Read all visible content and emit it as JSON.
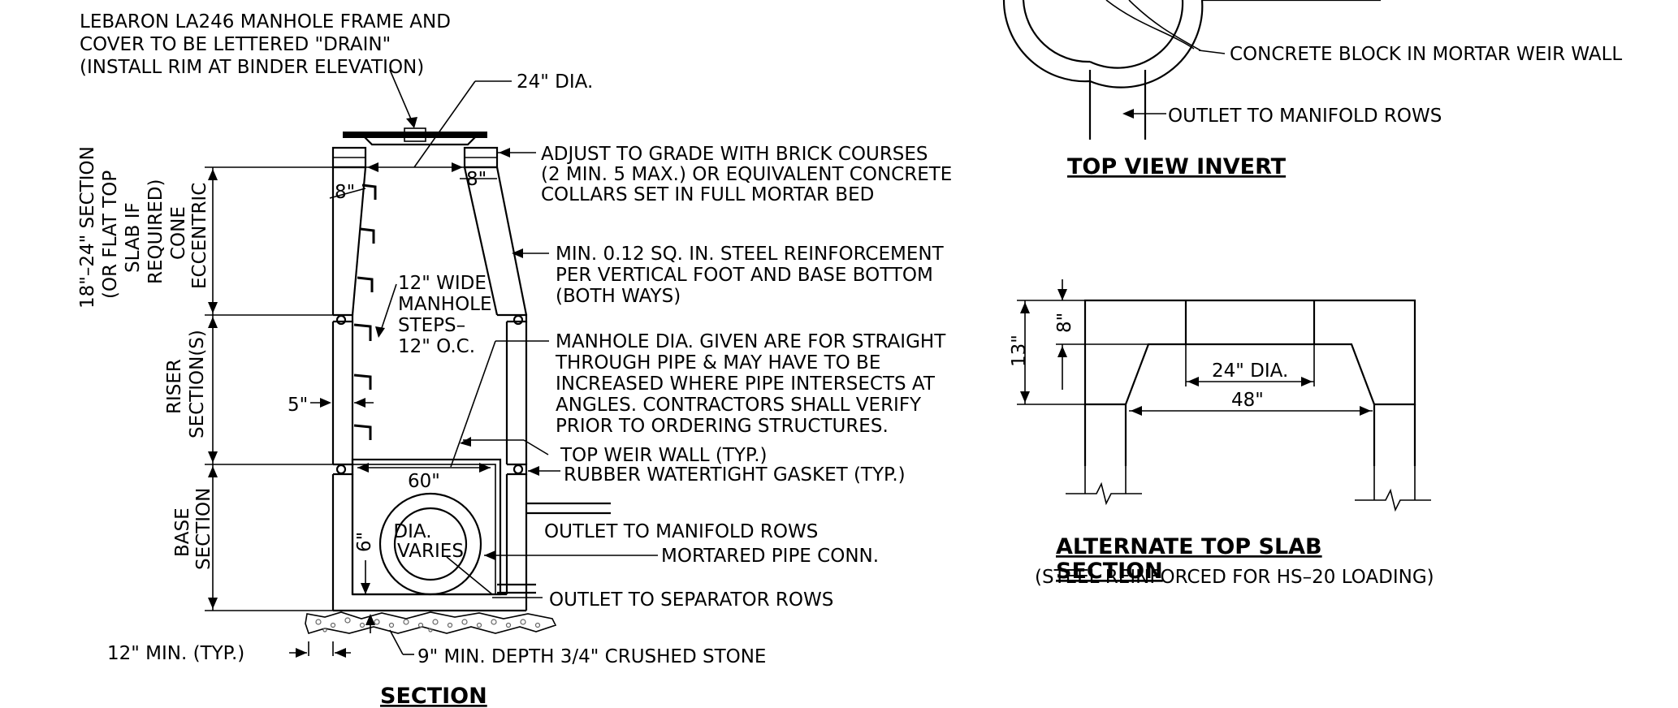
{
  "section": {
    "frame_note": [
      "LEBARON LA246 MANHOLE FRAME AND",
      "COVER TO BE LETTERED \"DRAIN\"",
      "(INSTALL RIM AT BINDER ELEVATION)"
    ],
    "dia_top": "24\" DIA.",
    "adjust_note": [
      "ADJUST TO GRADE WITH BRICK  COURSES",
      "(2 MIN. 5 MAX.) OR EQUIVALENT CONCRETE",
      "COLLARS SET IN FULL MORTAR BED"
    ],
    "steel_note": [
      "MIN. 0.12 SQ. IN. STEEL REINFORCEMENT",
      "PER VERTICAL FOOT AND BASE BOTTOM",
      "(BOTH WAYS)"
    ],
    "dia_note": [
      "MANHOLE DIA. GIVEN ARE FOR STRAIGHT",
      "THROUGH PIPE & MAY HAVE TO BE",
      "INCREASED WHERE PIPE INTERSECTS AT",
      "ANGLES. CONTRACTORS SHALL VERIFY",
      "PRIOR TO ORDERING STRUCTURES."
    ],
    "weir_wall": "TOP WEIR WALL (TYP.)",
    "gasket": "RUBBER WATERTIGHT GASKET (TYP.)",
    "outlet_manifold": "OUTLET TO MANIFOLD ROWS",
    "mortared": "MORTARED PIPE CONN.",
    "outlet_separator": "OUTLET TO SEPARATOR ROWS",
    "stone": "9\" MIN. DEPTH 3/4\" CRUSHED STONE",
    "min_typ": "12\" MIN. (TYP.)",
    "title": "SECTION",
    "dim_8_left": "8\"",
    "dim_8_right": "8\"",
    "dim_60": "60\"",
    "dim_5": "5\"",
    "dim_6": "6\"",
    "pipe_label": [
      "DIA.",
      "VARIES"
    ],
    "steps_note": [
      "12\" WIDE",
      "MANHOLE",
      "STEPS–",
      "12\" O.C."
    ],
    "side_cone": [
      "18\"–24\" SECTION",
      "(OR FLAT TOP",
      "SLAB IF",
      "REQUIRED)",
      "CONE",
      "ECCENTRIC"
    ],
    "side_riser": [
      "RISER",
      "SECTION(S)"
    ],
    "side_base": [
      "BASE",
      "SECTION"
    ]
  },
  "top_view": {
    "weir": "CONCRETE BLOCK IN MORTAR WEIR WALL",
    "outlet": "OUTLET TO MANIFOLD ROWS",
    "title": "TOP VIEW INVERT"
  },
  "slab": {
    "dim_13": "13\"",
    "dim_8": "8\"",
    "dim_24": "24\" DIA.",
    "dim_48": "48\"",
    "title_line1": "ALTERNATE TOP SLAB",
    "title_line2": "SECTION",
    "note": "(STEEL REINFORCED FOR  HS–20 LOADING)"
  }
}
